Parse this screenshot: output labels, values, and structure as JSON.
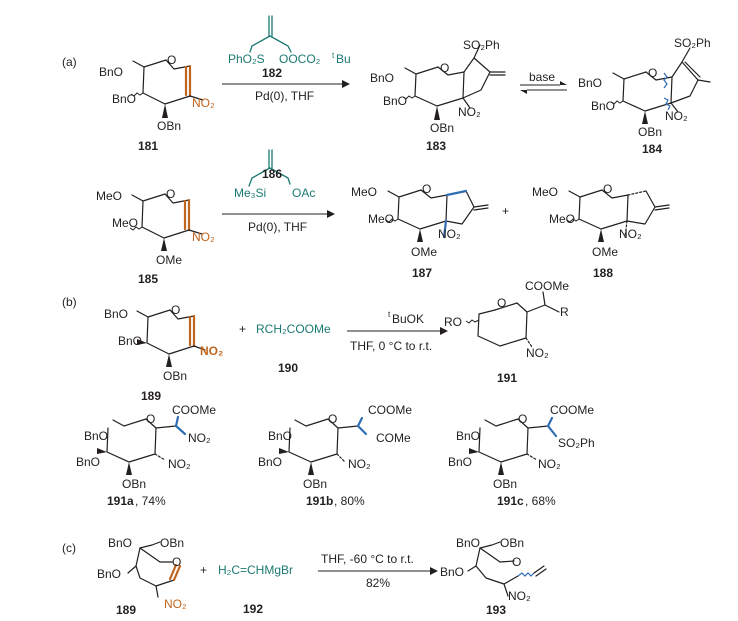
{
  "panels": {
    "a": "(a)",
    "b": "(b)",
    "c": "(c)"
  },
  "compounds": {
    "c181": "181",
    "c182": "182",
    "c183": "183",
    "c184": "184",
    "c185": "185",
    "c186": "186",
    "c187": "187",
    "c188": "188",
    "c189": "189",
    "c190": "190",
    "c191": "191",
    "c191a": "191a",
    "c191a_yield": ", 74%",
    "c191b": "191b",
    "c191b_yield": ", 80%",
    "c191c": "191c",
    "c191c_yield": ", 68%",
    "c189c": "189",
    "c192": "192",
    "c193": "193"
  },
  "reagents": {
    "r1_phso2s": "PhO₂S",
    "r1_ooco2": "OOCO₂",
    "r1_bu": "Bu",
    "r1_cond": "Pd(0), THF",
    "r2_base": "base",
    "r3_me3si": "Me₃Si",
    "r3_oac": "OAc",
    "r3_cond": "Pd(0), THF",
    "r4_top_super": "t",
    "r4_top": "BuOK",
    "r4_cond": "THF, 0 °C to r.t.",
    "r4_reagent": "RCH₂COOMe",
    "r5_cond": "THF, -60 °C to r.t.",
    "r5_yield": "82%",
    "r5_reagent": "H₂C=CHMgBr"
  },
  "groups": {
    "bno": "BnO",
    "obn": "OBn",
    "meo": "MeO",
    "ome": "OMe",
    "no2": "NO₂",
    "o": "O",
    "so2ph": "SO₂Ph",
    "coome": "COOMe",
    "come": "COMe",
    "r": "R",
    "ro": "RO",
    "plus": "+"
  }
}
